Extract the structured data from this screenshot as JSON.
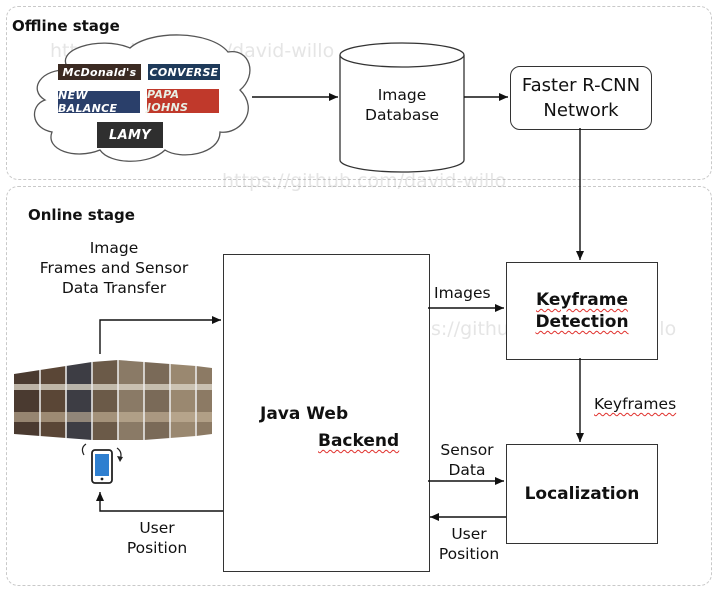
{
  "offline_stage": {
    "title": "Offline stage"
  },
  "online_stage": {
    "title": "Online stage"
  },
  "brands": [
    "McDonald's",
    "CONVERSE",
    "NEW BALANCE",
    "PAPA JOHNS",
    "LAMY"
  ],
  "image_database": {
    "line1": "Image",
    "line2": "Database"
  },
  "faster_rcnn": {
    "line1": "Faster R-CNN",
    "line2": "Network"
  },
  "java_backend": {
    "line1": "Java Web",
    "line2": "Backend"
  },
  "keyframe_detection": {
    "line1": "Keyframe",
    "line2": "Detection"
  },
  "localization": {
    "label": "Localization"
  },
  "labels": {
    "image_frames_1": "Image",
    "image_frames_2": "Frames and Sensor",
    "image_frames_3": "Data Transfer",
    "images": "Images",
    "keyframes": "Keyframes",
    "sensor_data_1": "Sensor",
    "sensor_data_2": "Data",
    "user_position_a1": "User",
    "user_position_a2": "Position",
    "user_position_b1": "User",
    "user_position_b2": "Position"
  },
  "watermark": "https://github.com/david-willo"
}
